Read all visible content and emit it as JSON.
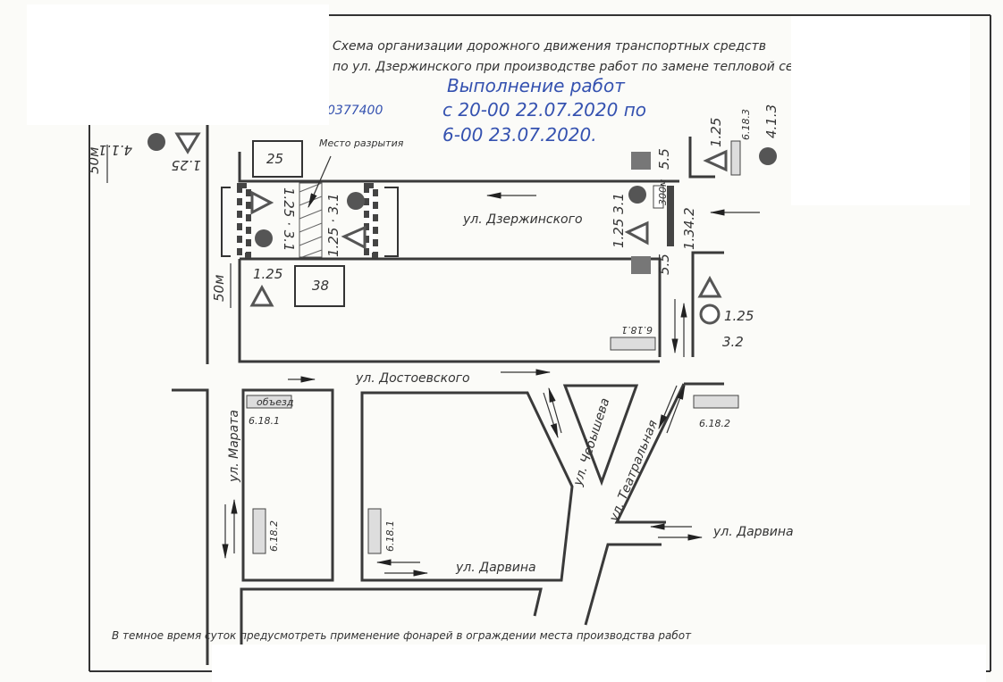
{
  "title": {
    "line1": "Схема организации дорожного движения транспортных средств",
    "line2": "по ул. Дзержинского при производстве работ по замене тепловой сети"
  },
  "handwriting": {
    "line1": "Выполнение работ",
    "line2": "с 20-00 22.07.2020 по",
    "line3": "6-00 23.07.2020.",
    "code": "0377400"
  },
  "streets": {
    "dzerzhinskogo": "ул. Дзержинского",
    "dostoevskogo": "ул. Достоевского",
    "marata": "ул. Марата",
    "chebysheva": "ул. Чебышева",
    "teatralnaya": "ул. Театральная",
    "darvina_1": "ул. Дарвина",
    "darvina_2": "ул. Дарвина"
  },
  "annotations": {
    "excavation": "Место разрытия",
    "distance_top": "50м",
    "distance_mid": "50м",
    "building_25": "25",
    "building_38": "38",
    "sign_300m": "300м",
    "detour": "объезд",
    "footnote": "В темное время суток предусмотреть применение фонарей в ограждении места производства работ"
  },
  "sign_codes": {
    "tl_411": "4.1.1",
    "tl_125": "1.25",
    "ex_left": "1.25 · 3.1",
    "ex_right": "1.25 · 3.1",
    "mid_125": "1.25",
    "right_125_31": "1.25  3.1",
    "right_55_top": "5.5",
    "right_55_bot": "5.5",
    "right_1342": "1.34.2",
    "tr_125": "1.25",
    "tr_6183": "6.18.3",
    "tr_413": "4.1.3",
    "r_125": "1.25",
    "r_32": "3.2",
    "r_6181": "6.18.1",
    "marat_6181": "6.18.1",
    "marat_6182": "6.18.2",
    "block_6181": "6.18.1",
    "east_6182": "6.18.2"
  },
  "colors": {
    "ink": "#333333",
    "handwriting": "#3552b0",
    "sign": "#555555"
  }
}
